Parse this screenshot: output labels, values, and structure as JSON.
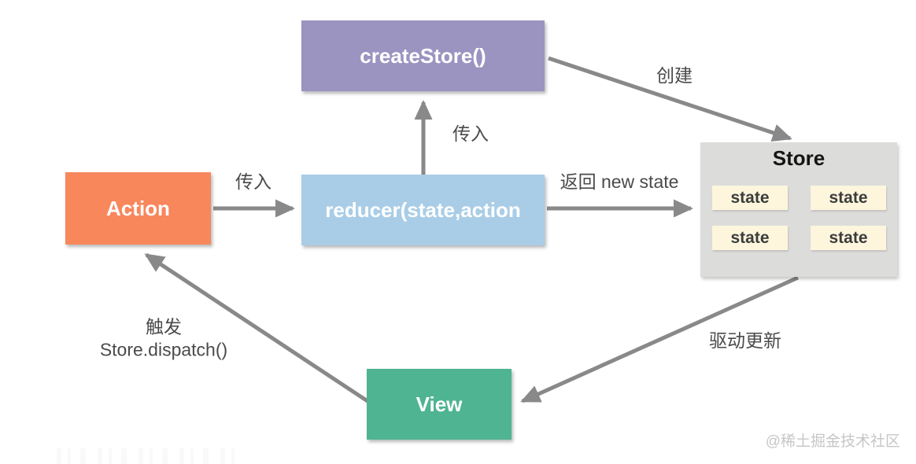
{
  "diagram": {
    "title_context": "Redux data flow diagram",
    "nodes": {
      "createStore": {
        "label": "createStore()",
        "color": "#9b94c1"
      },
      "action": {
        "label": "Action",
        "color": "#f8875c"
      },
      "reducer": {
        "label": "reducer(state,action",
        "color": "#a9cde6"
      },
      "view": {
        "label": "View",
        "color": "#4fb491"
      },
      "store": {
        "title": "Store",
        "color": "#dcdcda",
        "state_box_color": "#fdf6dd",
        "states": [
          "state",
          "state",
          "state",
          "state"
        ]
      }
    },
    "edges": {
      "pass_in_top": {
        "label": "传入",
        "from": "reducer",
        "to": "createStore"
      },
      "create": {
        "label": "创建",
        "from": "createStore",
        "to": "store"
      },
      "pass_in_left": {
        "label": "传入",
        "from": "action",
        "to": "reducer"
      },
      "return_new_state": {
        "label": "返回 new state",
        "from": "reducer",
        "to": "store"
      },
      "trigger_dispatch": {
        "line1": "触发",
        "line2": "Store.dispatch()",
        "from": "view",
        "to": "action"
      },
      "drive_update": {
        "label": "驱动更新",
        "from": "store",
        "to": "view"
      }
    },
    "arrow_color": "#898989",
    "label_color": "#4a4a4a",
    "watermark": "@稀土掘金技术社区"
  }
}
